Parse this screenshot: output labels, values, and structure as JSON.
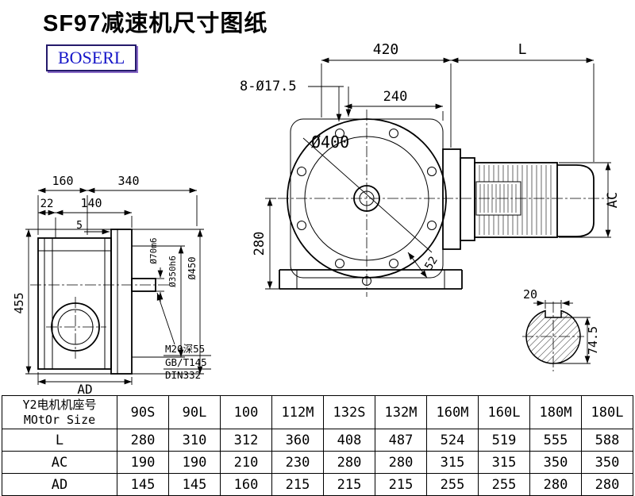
{
  "title": "SF97减速机尺寸图纸",
  "logo_text": "BOSERL",
  "dims": {
    "w420": "420",
    "len_l": "L",
    "holes": "8-Ø17.5",
    "w240": "240",
    "d400": "Ø400",
    "h280": "280",
    "w160": "160",
    "w340": "340",
    "w22": "22",
    "w140": "140",
    "w5": "5",
    "d70": "Ø70m6",
    "d350": "Ø350h6",
    "d450": "Ø450",
    "h455": "455",
    "ac_label": "AC",
    "n52": "52",
    "w20": "20",
    "h745": "74.5",
    "ad_label": "AD",
    "note1": "M20深55",
    "note2": "GB/T145",
    "note3": "DIN332"
  },
  "table": {
    "header_line1": "Y2电机机座号",
    "header_line2": "MOtOr Size",
    "columns": [
      "90S",
      "90L",
      "100",
      "112M",
      "132S",
      "132M",
      "160M",
      "160L",
      "180M",
      "180L"
    ],
    "rows": [
      {
        "label": "L",
        "values": [
          "280",
          "310",
          "312",
          "360",
          "408",
          "487",
          "524",
          "519",
          "555",
          "588"
        ]
      },
      {
        "label": "AC",
        "values": [
          "190",
          "190",
          "210",
          "230",
          "280",
          "280",
          "315",
          "315",
          "350",
          "350"
        ]
      },
      {
        "label": "AD",
        "values": [
          "145",
          "145",
          "160",
          "215",
          "215",
          "215",
          "255",
          "255",
          "280",
          "280"
        ]
      }
    ]
  }
}
